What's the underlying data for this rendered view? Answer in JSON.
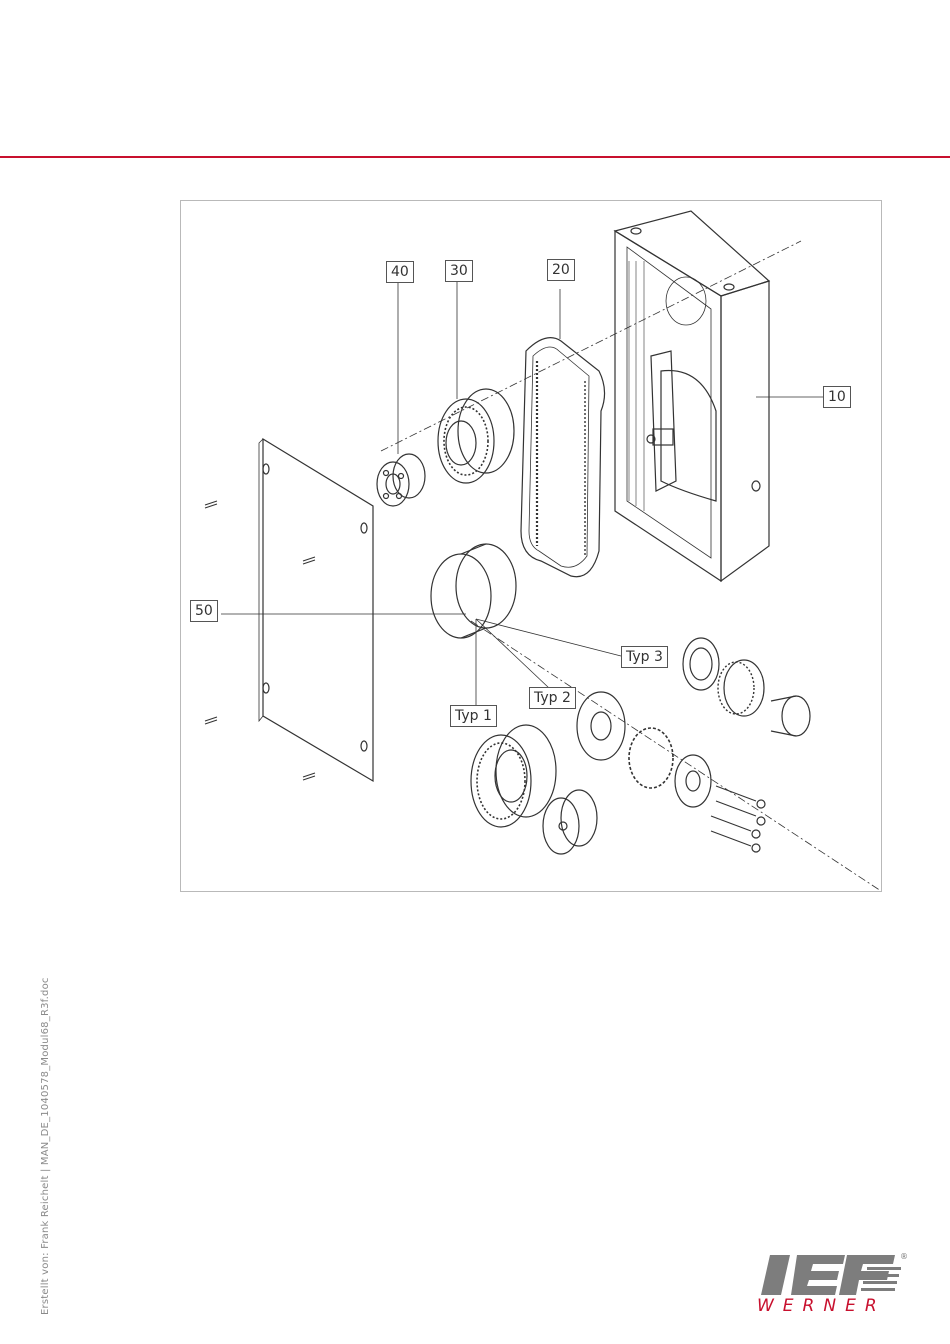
{
  "figure": {
    "callouts": {
      "c10": "10",
      "c20": "20",
      "c30": "30",
      "c40": "40",
      "c50": "50",
      "typ1": "Typ 1",
      "typ2": "Typ 2",
      "typ3": "Typ 3"
    }
  },
  "footer": {
    "side_text": "Erstellt von: Frank Reichelt  |  MAN_DE_1040578_Modul68_R3f.doc",
    "logo_word": "WERNER",
    "logo_reg": "®"
  },
  "colors": {
    "accent": "#c8102e",
    "line": "#333333",
    "frame": "#b9b9b9"
  }
}
